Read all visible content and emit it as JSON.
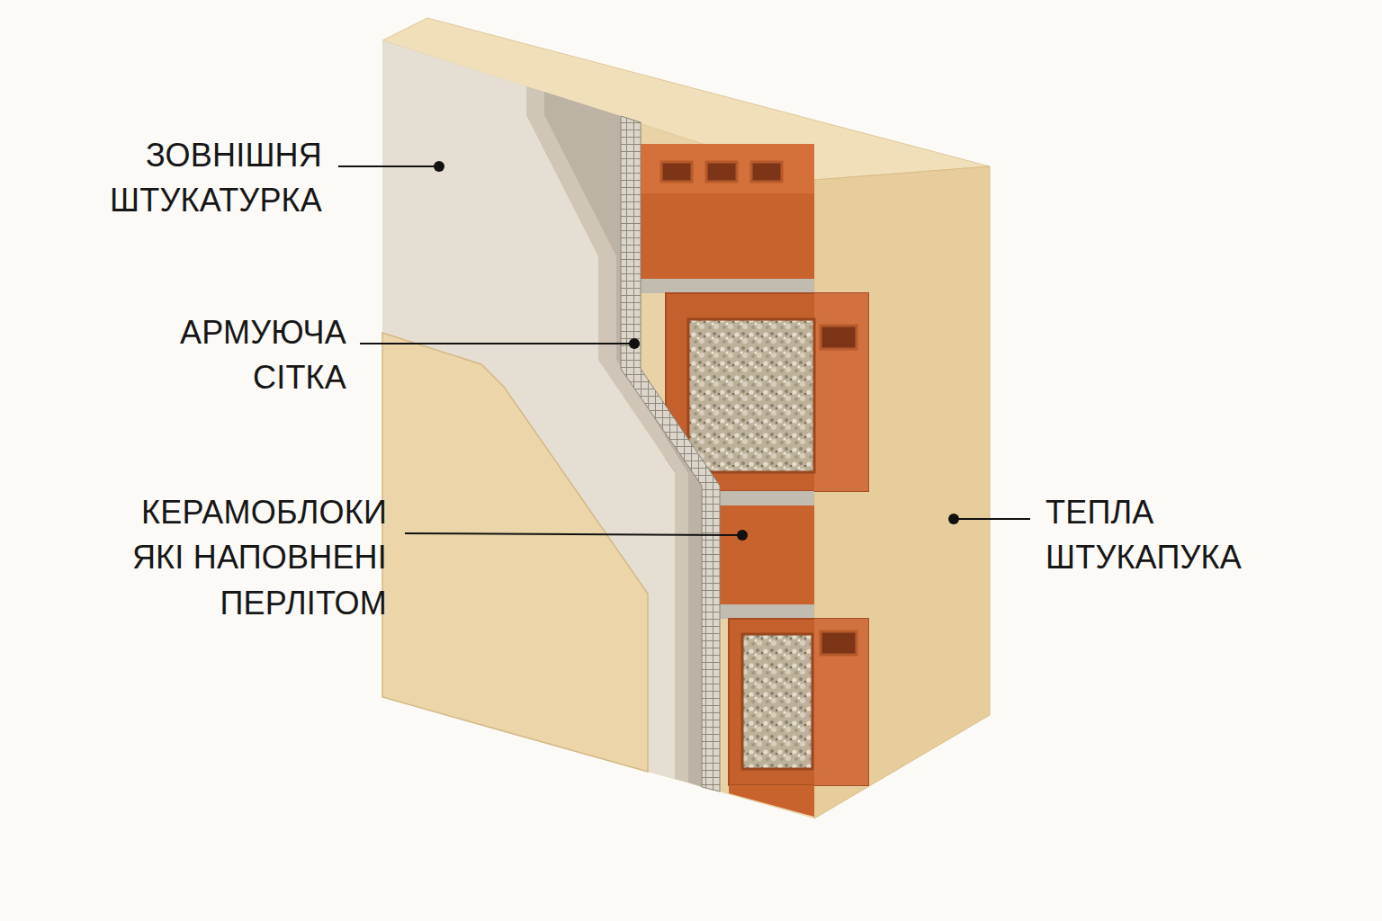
{
  "diagram": {
    "labels": [
      "ЗОВНІШНЯ ШТУКАТУРКА",
      "АРМУЮЧА СІТКА",
      "КЕРАМОБЛОКИ ЯКІ НАПОВНЕНІ ПЕРЛІТОМ",
      "ТЕПЛА ШТУКАПУКА"
    ]
  }
}
